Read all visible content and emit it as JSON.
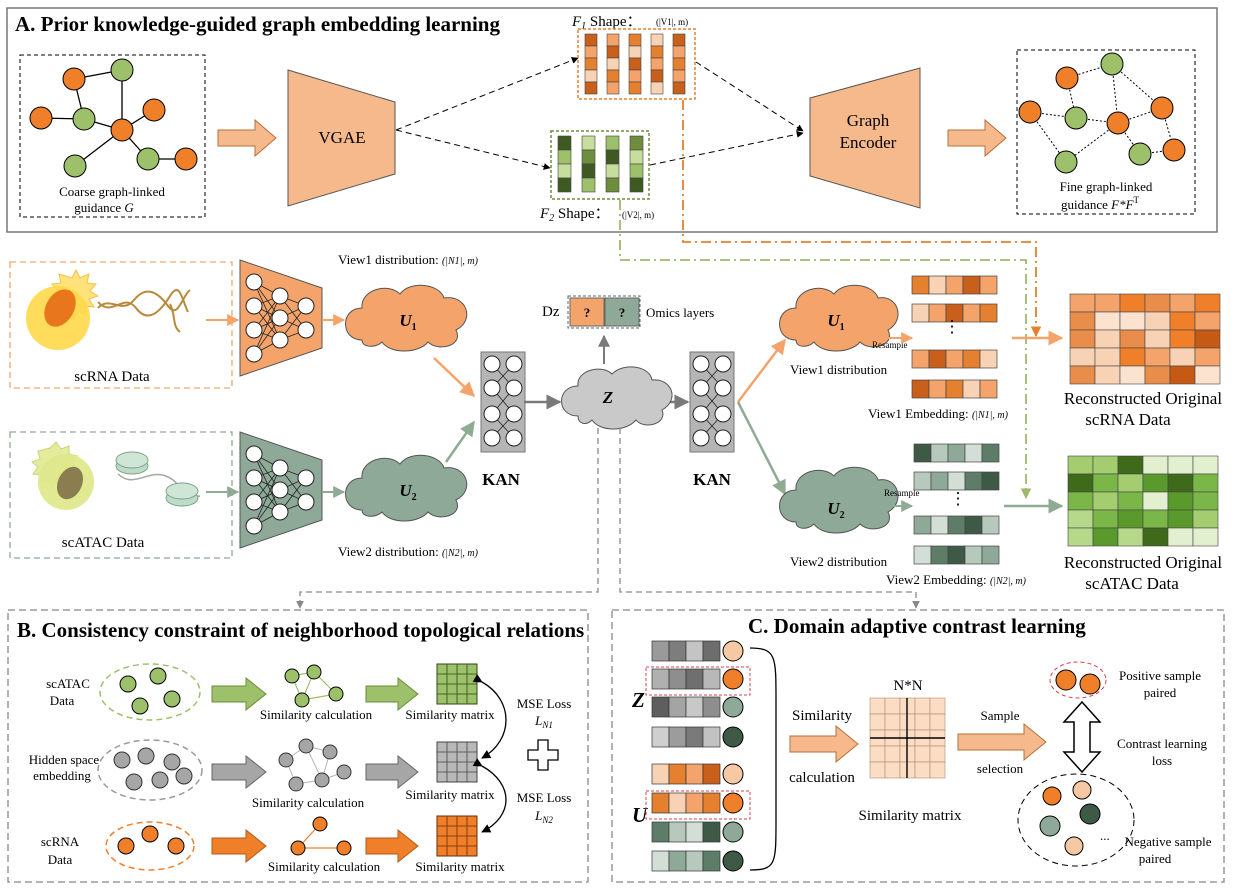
{
  "panel_a": {
    "title": "A. Prior knowledge-guided graph embedding learning",
    "coarse_label_1": "Coarse graph-linked",
    "coarse_label_2": "guidance",
    "coarse_label_var": "G",
    "vgae": "VGAE",
    "f1_name": "F",
    "f1_sub": "1",
    "f1_shape": " Shape：",
    "f1_dims": "(|V1|, m)",
    "f2_name": "F",
    "f2_sub": "2",
    "f2_shape": " Shape：",
    "f2_dims": "(|V2|, m)",
    "encoder_1": "Graph",
    "encoder_2": "Encoder",
    "fine_label_1": "Fine graph-linked",
    "fine_label_2": "guidance",
    "fine_label_var": "F*F",
    "fine_label_sup": "T"
  },
  "middle": {
    "scrna_label": "scRNA Data",
    "scatac_label": "scATAC Data",
    "u1_letter": "U",
    "u1_sub": "1",
    "u2_letter": "U",
    "u2_sub": "2",
    "view1_dist_top": "View1 distribution:",
    "view1_dist_dims": "(|N1|, m)",
    "view2_dist_bottom": "View2 distribution:",
    "view2_dist_dims": "(|N2|, m)",
    "kan_left": "KAN",
    "kan_right": "KAN",
    "z_letter": "Z",
    "dz_label": "Dz",
    "omics_q": "?",
    "omics_label": "Omics layers",
    "resample_1": "Resample",
    "resample_2": "Resample",
    "view1_dist_right": "View1 distribution",
    "view2_dist_right": "View2 distribution",
    "view1_emb": "View1 Embedding:",
    "view1_emb_dims": "(|N1|, m)",
    "view2_emb": "View2 Embedding:",
    "view2_emb_dims": "(|N2|, m)",
    "recon_rna_1": "Reconstructed Original",
    "recon_rna_2": "scRNA Data",
    "recon_atac_1": "Reconstructed Original",
    "recon_atac_2": "scATAC Data"
  },
  "panel_b": {
    "title": "B. Consistency constraint of neighborhood topological relations",
    "row1_label_1": "scATAC",
    "row1_label_2": "Data",
    "row2_label_1": "Hidden space",
    "row2_label_2": "embedding",
    "row3_label_1": "scRNA",
    "row3_label_2": "Data",
    "sim_calc": "Similarity calculation",
    "sim_matrix": "Similarity matrix",
    "mse1": "MSE Loss",
    "mse1_var": "L",
    "mse1_sub": "N1",
    "mse2": "MSE Loss",
    "mse2_var": "L",
    "mse2_sub": "N2"
  },
  "panel_c": {
    "title": "C. Domain adaptive contrast learning",
    "z_label": "Z",
    "u_label": "U",
    "similarity": "Similarity",
    "calculation": "calculation",
    "nn": "N*N",
    "sim_matrix": "Similarity matrix",
    "sample": "Sample",
    "selection": "selection",
    "positive_1": "Positive sample",
    "positive_2": "paired",
    "contrast_1": "Contrast learning",
    "contrast_2": "loss",
    "negative_1": "Negative sample",
    "negative_2": "paired",
    "dots": "..."
  },
  "colors": {
    "orange": "#f07f2a",
    "orange_light": "#f6b98c",
    "green_light": "#9dc06a",
    "gray_green": "#8fa998",
    "gray": "#a6a6a6"
  }
}
